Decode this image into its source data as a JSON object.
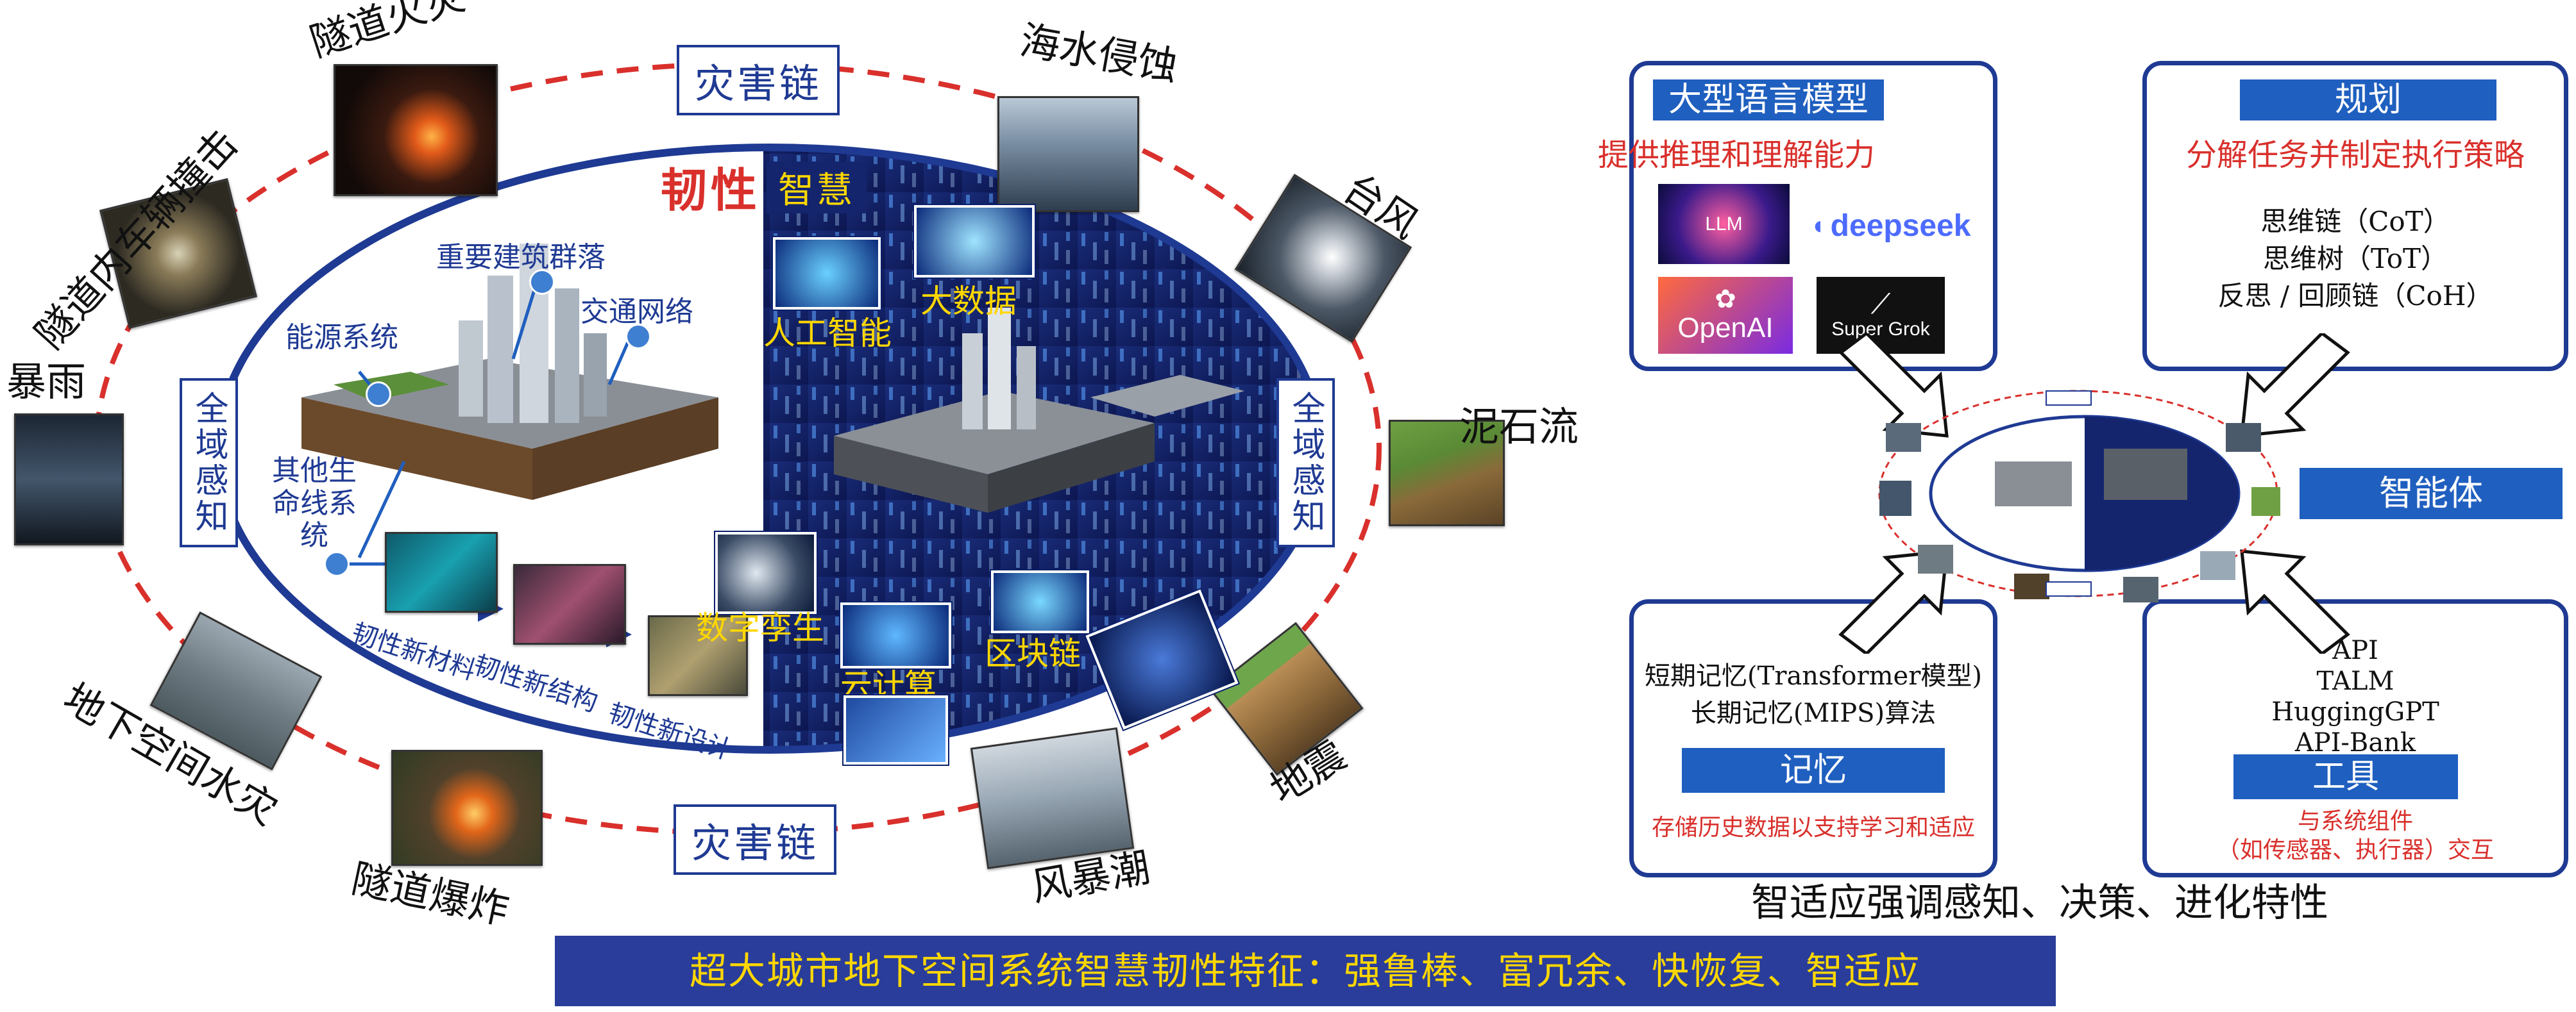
{
  "left": {
    "hazards": {
      "tunnel_fire": "隧道火灾",
      "vehicle_collision": "隧道内车辆撞击",
      "rainstorm": "暴雨",
      "underground_flood": "地下空间水灾",
      "tunnel_explosion": "隧道爆炸",
      "seawater_erosion": "海水侵蚀",
      "typhoon": "台风",
      "debris_flow": "泥石流",
      "earthquake": "地震",
      "storm_surge": "风暴潮"
    },
    "disaster_chain_top": "灾害链",
    "disaster_chain_bottom": "灾害链",
    "resilience": "韧性",
    "wisdom": "智慧",
    "perception_left": "全域感知",
    "perception_right": "全域感知",
    "city": {
      "energy": "能源系统",
      "buildings": "重要建筑群落",
      "transport": "交通网络",
      "other": "其他生命线系统"
    },
    "new_material": "韧性新材料",
    "new_structure": "韧性新结构",
    "new_design": "韧性新设计",
    "tech": {
      "ai": "人工智能",
      "bigdata": "大数据",
      "twin": "数字孪生",
      "cloud": "云计算",
      "blockchain": "区块链"
    }
  },
  "right": {
    "llm": {
      "title": "大型语言模型",
      "subtitle": "提供推理和理解能力",
      "logos": {
        "llm": "LLM",
        "deepseek": "deepseek",
        "openai": "OpenAI",
        "grok": "Super Grok"
      }
    },
    "planning": {
      "title": "规划",
      "subtitle": "分解任务并制定执行策略",
      "items": [
        "思维链（CoT）",
        "思维树（ToT）",
        "反思 / 回顾链（CoH）"
      ]
    },
    "memory": {
      "items": [
        "短期记忆(Transformer模型)",
        "长期记忆(MIPS)算法"
      ],
      "title": "记忆",
      "subtitle": "存储历史数据以支持学习和适应"
    },
    "tools": {
      "items": [
        "API",
        "TALM",
        "HuggingGPT",
        "API-Bank"
      ],
      "title": "工具",
      "subtitle_line1": "与系统组件",
      "subtitle_line2": "（如传感器、执行器）交互"
    },
    "agent": "智能体",
    "emphasis": "智适应强调感知、决策、进化特性"
  },
  "footer": "超大城市地下空间系统智慧韧性特征：强鲁棒、富冗余、快恢复、智适应",
  "colors": {
    "navy": "#1f3a93",
    "blue": "#1f5fbf",
    "red": "#d9302c",
    "yellow": "#ffd700",
    "banner": "#2a3d9a"
  }
}
